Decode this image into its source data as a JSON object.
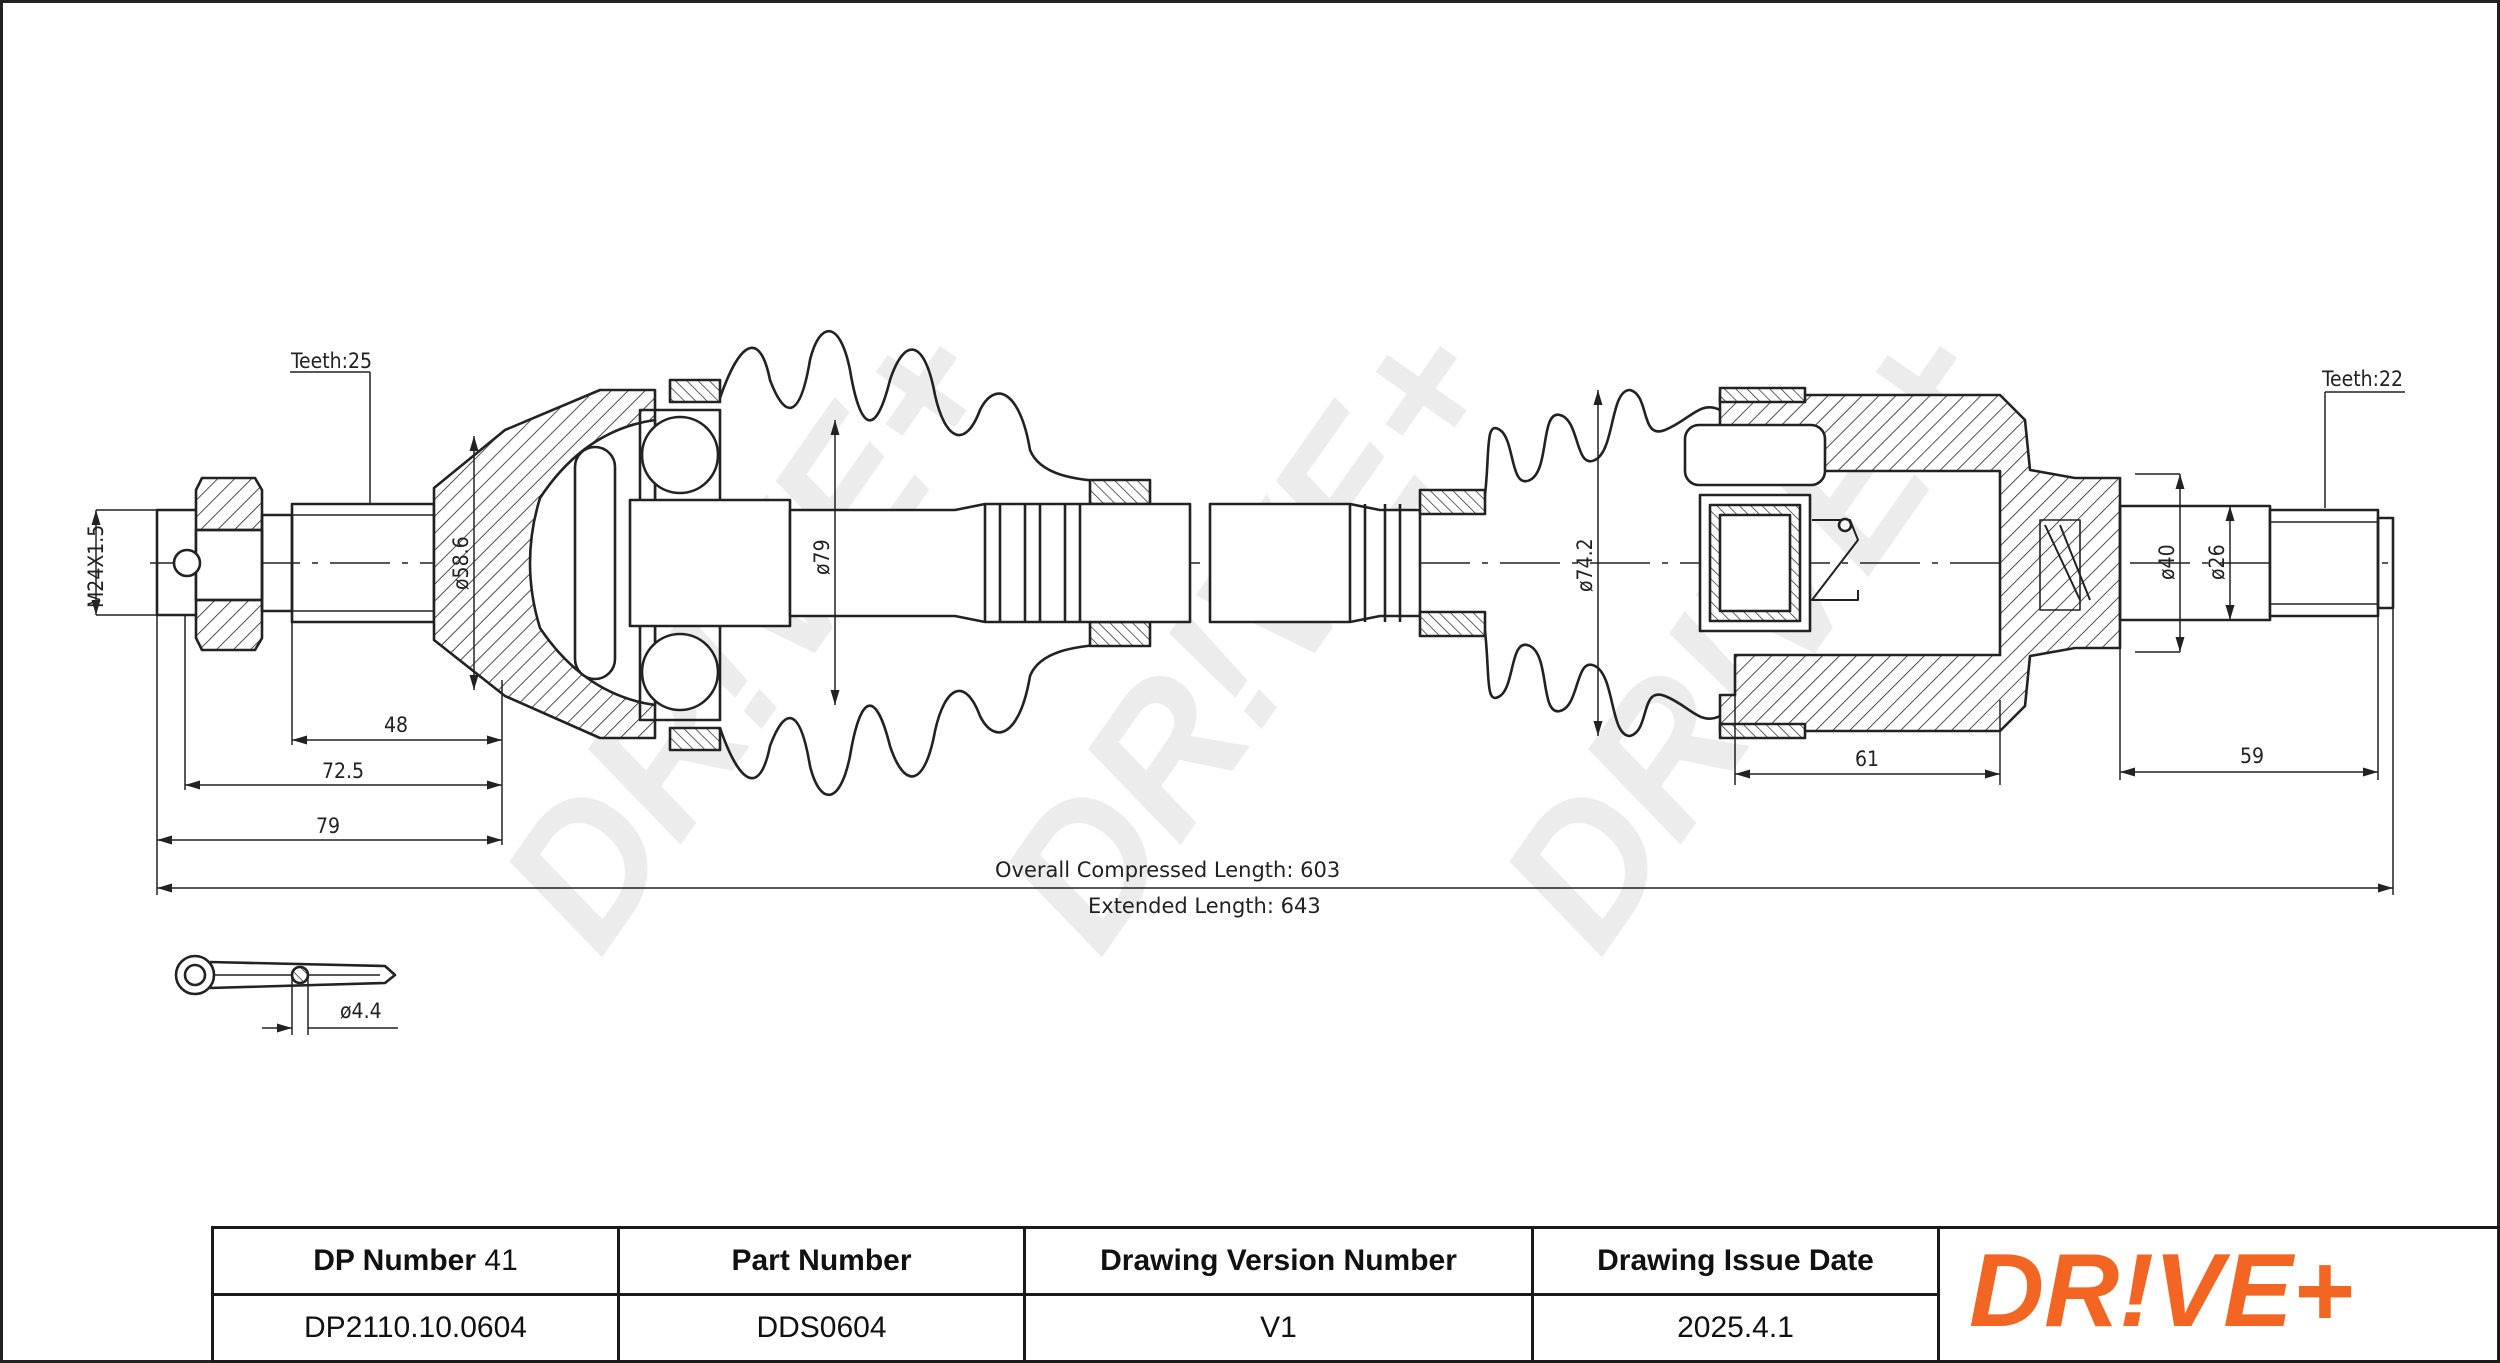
{
  "drawing": {
    "left_teeth": "Teeth:25",
    "right_teeth": "Teeth:22",
    "thread": "M24X1.5",
    "dia_left_spline": "ø58.6",
    "dia_left_joint": "ø79",
    "dia_right_boot": "ø74.2",
    "dia_right_outer": "ø40",
    "dia_right_inner": "ø26",
    "dim_48": "48",
    "dim_72_5": "72.5",
    "dim_79": "79",
    "dim_61": "61",
    "dim_59": "59",
    "overall_length": "Overall  Compressed  Length: 603",
    "extended_length": "Extended  Length: 643",
    "pin_dia": "ø4.4",
    "watermark": "DR!VE+"
  },
  "title_block": {
    "dp_label": "DP Number",
    "dp_number_value": "41",
    "part_label": "Part Number",
    "version_label": "Drawing Version Number",
    "date_label": "Drawing Issue Date",
    "dp_value": "DP2110.10.0604",
    "part_value": "DDS0604",
    "version_value": "V1",
    "date_value": "2025.4.1",
    "logo_text": "DR!VE+",
    "logo_color": "#f26522"
  }
}
